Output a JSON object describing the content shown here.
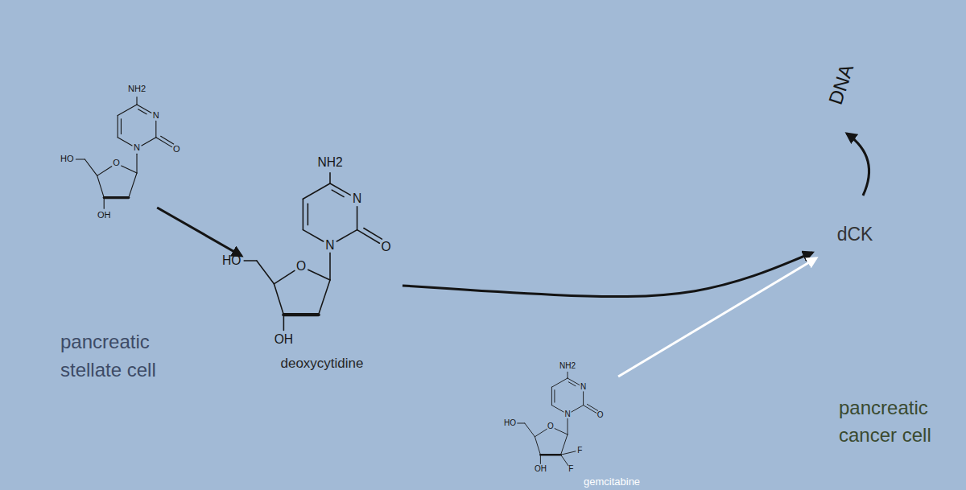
{
  "diagram": {
    "nodes": [
      {
        "text": [
          "pancreatic stellate cell"
        ]
      },
      {
        "text": [
          "deoxycytidine"
        ]
      },
      {
        "text": [
          "gemcitabine"
        ]
      },
      {
        "text": [
          "pancreatic cancer cell"
        ]
      },
      {
        "text": [
          "dCK"
        ],
        "in": 3
      }
    ],
    "edges": [
      {
        "from": 0,
        "to": 1,
        "arrow": "to"
      },
      {
        "from": 1,
        "to": 4,
        "arrow": "to"
      },
      {
        "from": 2,
        "to": 4,
        "arrow": "to"
      }
    ],
    "labels": [
      "DNA",
      "NH2",
      "N",
      "O",
      "N",
      "HO",
      "O",
      "OH",
      "NH2",
      "N",
      "O",
      "N",
      "HO",
      "O",
      "OH",
      "NH2",
      "N",
      "O",
      "N",
      "HO",
      "O",
      "F",
      "F",
      "OH"
    ]
  }
}
